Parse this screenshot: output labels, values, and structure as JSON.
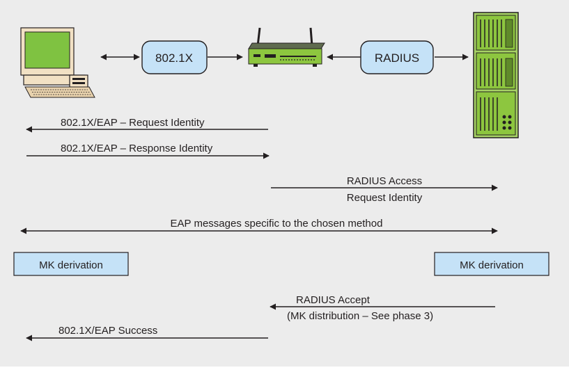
{
  "colors": {
    "background": "#ececec",
    "bubble_fill": "#c5e2f7",
    "box_fill": "#c5e2f7",
    "line": "#231f20",
    "screen_green": "#7fc241",
    "server_green": "#8dc63f",
    "beige": "#f2e1c4"
  },
  "icons": {
    "client": "computer-icon",
    "access_point": "router-icon",
    "server": "server-rack-icon"
  },
  "protocols": {
    "left": "802.1X",
    "right": "RADIUS"
  },
  "messages": {
    "request_identity": "802.1X/EAP – Request Identity",
    "response_identity": "802.1X/EAP – Response Identity",
    "radius_access_line1": "RADIUS Access",
    "radius_access_line2": "Request Identity",
    "eap_messages": "EAP messages specific to the chosen method",
    "radius_accept_line1": "RADIUS Accept",
    "radius_accept_line2": "(MK distribution – See phase 3)",
    "eap_success": "802.1X/EAP Success"
  },
  "boxes": {
    "left_mk": "MK derivation",
    "right_mk": "MK derivation"
  }
}
